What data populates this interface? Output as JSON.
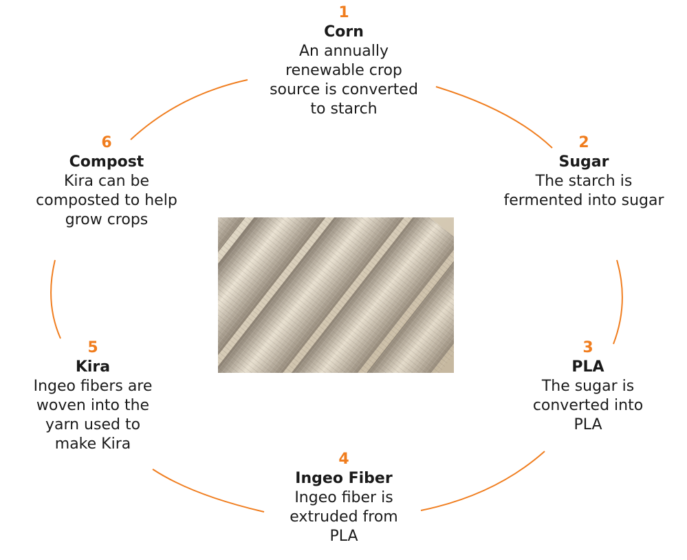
{
  "colors": {
    "accent": "#f07d1e",
    "text": "#1a1a1a",
    "fabric_light": "#e4dccb",
    "fabric_mid": "#c2b39a",
    "fabric_dark": "#8f8271"
  },
  "steps": [
    {
      "number": "1",
      "title": "Corn",
      "description": "An annually\nrenewable crop\nsource is converted\nto starch"
    },
    {
      "number": "2",
      "title": "Sugar",
      "description": "The starch is\nfermented into sugar"
    },
    {
      "number": "3",
      "title": "PLA",
      "description": "The sugar is\nconverted into\nPLA"
    },
    {
      "number": "4",
      "title": "Ingeo Fiber",
      "description": "Ingeo fiber is\nextruded from\nPLA"
    },
    {
      "number": "5",
      "title": "Kira",
      "description": "Ingeo fibers are\nwoven into the\nyarn used to\nmake Kira"
    },
    {
      "number": "6",
      "title": "Compost",
      "description": "Kira can be\ncomposted to help\ngrow crops"
    }
  ],
  "center_image": {
    "icon": "woven-fabric-photo"
  }
}
